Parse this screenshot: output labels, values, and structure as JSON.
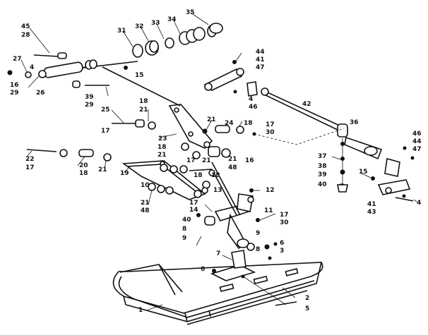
{
  "callouts": [
    {
      "id": "c45",
      "text": "45"
    },
    {
      "id": "c28a",
      "text": "28"
    },
    {
      "id": "c31",
      "text": "31"
    },
    {
      "id": "c32",
      "text": "32"
    },
    {
      "id": "c33",
      "text": "33"
    },
    {
      "id": "c34",
      "text": "34"
    },
    {
      "id": "c35",
      "text": "35"
    },
    {
      "id": "c27",
      "text": "27"
    },
    {
      "id": "c4a",
      "text": "4"
    },
    {
      "id": "c16",
      "text": "16"
    },
    {
      "id": "c29a",
      "text": "29"
    },
    {
      "id": "c26",
      "text": "26"
    },
    {
      "id": "c15a",
      "text": "15"
    },
    {
      "id": "c39",
      "text": "39"
    },
    {
      "id": "c29b",
      "text": "29"
    },
    {
      "id": "c44a",
      "text": "44"
    },
    {
      "id": "c41a",
      "text": "41"
    },
    {
      "id": "c47a",
      "text": "47"
    },
    {
      "id": "c4b",
      "text": "4"
    },
    {
      "id": "c46a",
      "text": "46"
    },
    {
      "id": "c42",
      "text": "42"
    },
    {
      "id": "c36",
      "text": "36"
    },
    {
      "id": "c25",
      "text": "25"
    },
    {
      "id": "c18a",
      "text": "18"
    },
    {
      "id": "c21a",
      "text": "21"
    },
    {
      "id": "c17a",
      "text": "17"
    },
    {
      "id": "c23",
      "text": "23"
    },
    {
      "id": "c21b",
      "text": "21"
    },
    {
      "id": "c24",
      "text": "24"
    },
    {
      "id": "c18b",
      "text": "18"
    },
    {
      "id": "c17b",
      "text": "17"
    },
    {
      "id": "c30a",
      "text": "30"
    },
    {
      "id": "c21c",
      "text": "21"
    },
    {
      "id": "c48a",
      "text": "48"
    },
    {
      "id": "c18c",
      "text": "18"
    },
    {
      "id": "c21d",
      "text": "21"
    },
    {
      "id": "c16b",
      "text": "16"
    },
    {
      "id": "c22",
      "text": "22"
    },
    {
      "id": "c17c",
      "text": "17"
    },
    {
      "id": "c20",
      "text": "20"
    },
    {
      "id": "c18d",
      "text": "18"
    },
    {
      "id": "c21e",
      "text": "21"
    },
    {
      "id": "c19",
      "text": "19"
    },
    {
      "id": "c17d",
      "text": "17"
    },
    {
      "id": "c18e",
      "text": "18"
    },
    {
      "id": "c21f",
      "text": "21"
    },
    {
      "id": "c10",
      "text": "10"
    },
    {
      "id": "c21g",
      "text": "21"
    },
    {
      "id": "c48b",
      "text": "48"
    },
    {
      "id": "c18f",
      "text": "18"
    },
    {
      "id": "c13",
      "text": "13"
    },
    {
      "id": "c12",
      "text": "12"
    },
    {
      "id": "c17e",
      "text": "17"
    },
    {
      "id": "c14",
      "text": "14"
    },
    {
      "id": "c11",
      "text": "11"
    },
    {
      "id": "c40a",
      "text": "40"
    },
    {
      "id": "c8a",
      "text": "8"
    },
    {
      "id": "c9a",
      "text": "9"
    },
    {
      "id": "c17f",
      "text": "17"
    },
    {
      "id": "c30b",
      "text": "30"
    },
    {
      "id": "c9b",
      "text": "9"
    },
    {
      "id": "c8b",
      "text": "8"
    },
    {
      "id": "c6",
      "text": "6"
    },
    {
      "id": "c3",
      "text": "3"
    },
    {
      "id": "c7",
      "text": "7"
    },
    {
      "id": "c6b",
      "text": "6"
    },
    {
      "id": "c1",
      "text": "1"
    },
    {
      "id": "c2",
      "text": "2"
    },
    {
      "id": "c5",
      "text": "5"
    },
    {
      "id": "c37",
      "text": "37"
    },
    {
      "id": "c38",
      "text": "38"
    },
    {
      "id": "c39b",
      "text": "39"
    },
    {
      "id": "c40b",
      "text": "40"
    },
    {
      "id": "c15b",
      "text": "15"
    },
    {
      "id": "c46b",
      "text": "46"
    },
    {
      "id": "c44b",
      "text": "44"
    },
    {
      "id": "c47b",
      "text": "47"
    },
    {
      "id": "c41b",
      "text": "41"
    },
    {
      "id": "c43",
      "text": "43"
    },
    {
      "id": "c4c",
      "text": "4"
    }
  ]
}
